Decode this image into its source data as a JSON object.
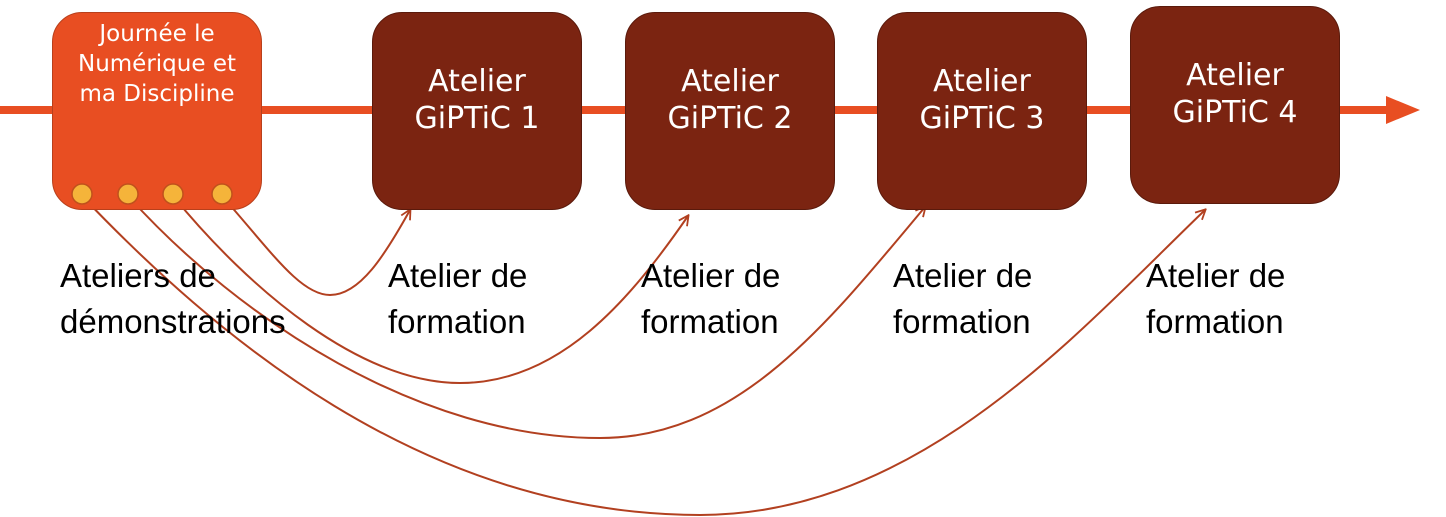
{
  "colors": {
    "timeline": "#e84e22",
    "start_box": "#e84e22",
    "atelier_box": "#7b2411",
    "dots": "#f5b43a",
    "connectors": "#b24020"
  },
  "start": {
    "label": "Journée le Numérique et ma Discipline",
    "caption_line1": "Ateliers de",
    "caption_line2": "démonstrations"
  },
  "ateliers": [
    {
      "label": "Atelier GiPTiC 1",
      "caption_line1": "Atelier de",
      "caption_line2": "formation"
    },
    {
      "label": "Atelier GiPTiC 2",
      "caption_line1": "Atelier de",
      "caption_line2": "formation"
    },
    {
      "label": "Atelier GiPTiC 3",
      "caption_line1": "Atelier de",
      "caption_line2": "formation"
    },
    {
      "label": "Atelier GiPTiC 4",
      "caption_line1": "Atelier de",
      "caption_line2": "formation"
    }
  ]
}
